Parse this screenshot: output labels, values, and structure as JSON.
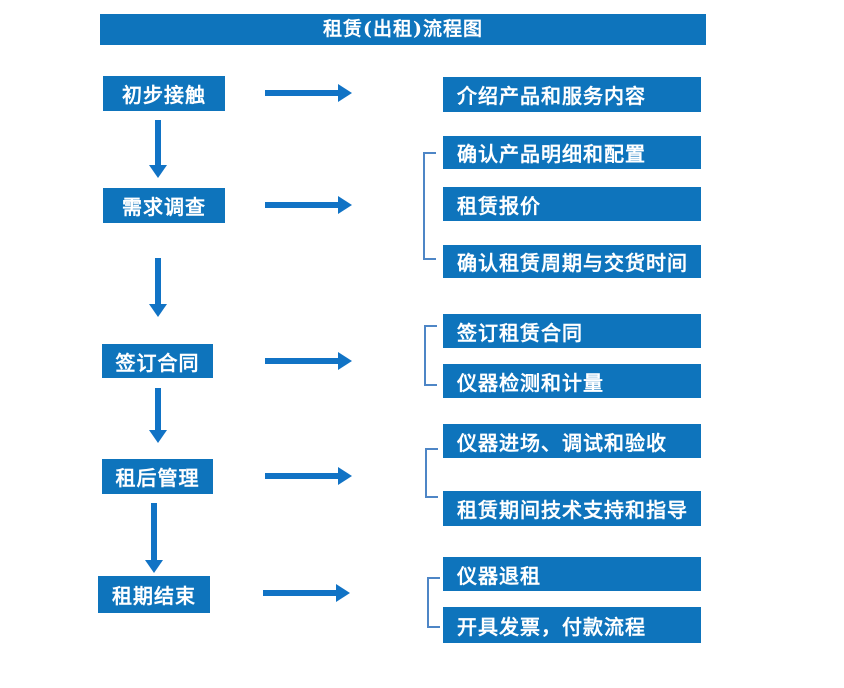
{
  "title": "租赁(出租)流程图",
  "colors": {
    "background": "#ffffff",
    "box_blue": "#0e74bc",
    "arrow_blue": "#1173c5",
    "bracket_blue": "#4e86c6",
    "text_white": "#ffffff"
  },
  "left_steps": [
    {
      "label": "初步接触"
    },
    {
      "label": "需求调查"
    },
    {
      "label": "签订合同"
    },
    {
      "label": "租后管理"
    },
    {
      "label": "租期结束"
    }
  ],
  "right_details": [
    {
      "label": "介绍产品和服务内容"
    },
    {
      "label": "确认产品明细和配置"
    },
    {
      "label": "租赁报价"
    },
    {
      "label": "确认租赁周期与交货时间"
    },
    {
      "label": "签订租赁合同"
    },
    {
      "label": "仪器检测和计量"
    },
    {
      "label": "仪器进场、调试和验收"
    },
    {
      "label": "租赁期间技术支持和指导"
    },
    {
      "label": "仪器退租"
    },
    {
      "label": "开具发票，付款流程"
    }
  ]
}
